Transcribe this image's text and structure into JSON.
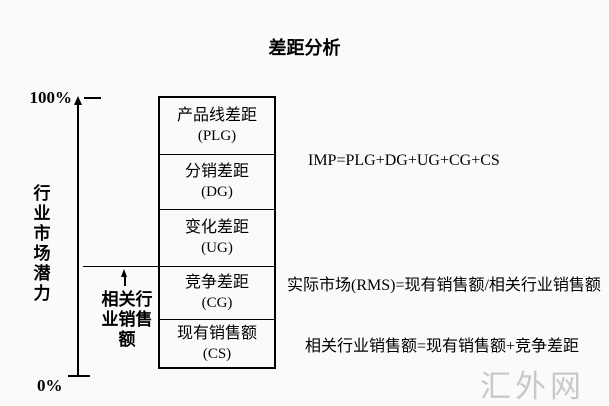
{
  "title": "差距分析",
  "axis": {
    "top_label": "100%",
    "bottom_label": "0%",
    "axis_label": "行业市场潜力"
  },
  "box": {
    "segments": [
      {
        "label": "产品线差距",
        "code": "(PLG)"
      },
      {
        "label": "分销差距",
        "code": "(DG)"
      },
      {
        "label": "变化差距",
        "code": "(UG)"
      },
      {
        "label": "竞争差距",
        "code": "(CG)"
      },
      {
        "label": "现有销售额",
        "code": "(CS)"
      }
    ]
  },
  "side_marker": {
    "label": "相关行业销售额"
  },
  "formulas": [
    "IMP=PLG+DG+UG+CG+CS",
    "实际市场(RMS)=现有销售额/相关行业销售额",
    "相关行业销售额=现有销售额+竞争差距"
  ],
  "watermark": "汇外网",
  "colors": {
    "background": "#fafafa",
    "text": "#000000",
    "line": "#000000",
    "watermark": "#c9c9c9"
  }
}
